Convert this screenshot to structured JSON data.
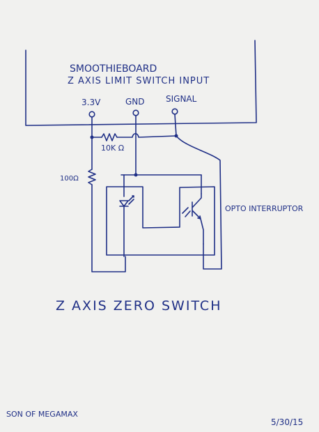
{
  "board": {
    "name": "SMOOTHIEBOARD",
    "subtitle": "Z AXIS LIMIT SWITCH INPUT",
    "pins": {
      "v33": "3.3V",
      "gnd": "GND",
      "signal": "SIGNAL"
    }
  },
  "components": {
    "pullup_resistor": "10K Ω",
    "led_resistor": "100Ω",
    "opto": "OPTO INTERRUPTOR"
  },
  "caption": "Z AXIS ZERO SWITCH",
  "footer": {
    "author": "SON OF MEGAMAX",
    "date": "5/30/15"
  }
}
